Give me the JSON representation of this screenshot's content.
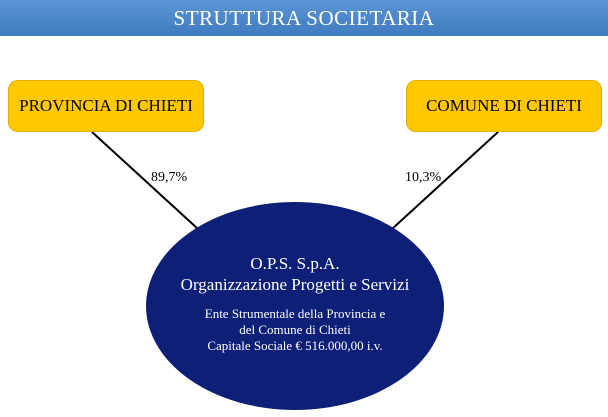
{
  "header": {
    "title": "STRUTTURA SOCIETARIA"
  },
  "shareholders": [
    {
      "name": "PROVINCIA DI CHIETI",
      "share": "89,7%"
    },
    {
      "name": "COMUNE DI CHIETI",
      "share": "10,3%"
    }
  ],
  "company": {
    "short_name": "O.P.S. S.p.A.",
    "full_name": "Organizzazione Progetti e Servizi",
    "description_line1": "Ente Strumentale della Provincia e",
    "description_line2": "del Comune di Chieti",
    "description_line3": "Capitale Sociale € 516.000,00 i.v."
  },
  "colors": {
    "header_bg": "#4a86c7",
    "shareholder_box": "#ffc800",
    "company_ellipse": "#0d1f77",
    "connector": "#000000"
  }
}
